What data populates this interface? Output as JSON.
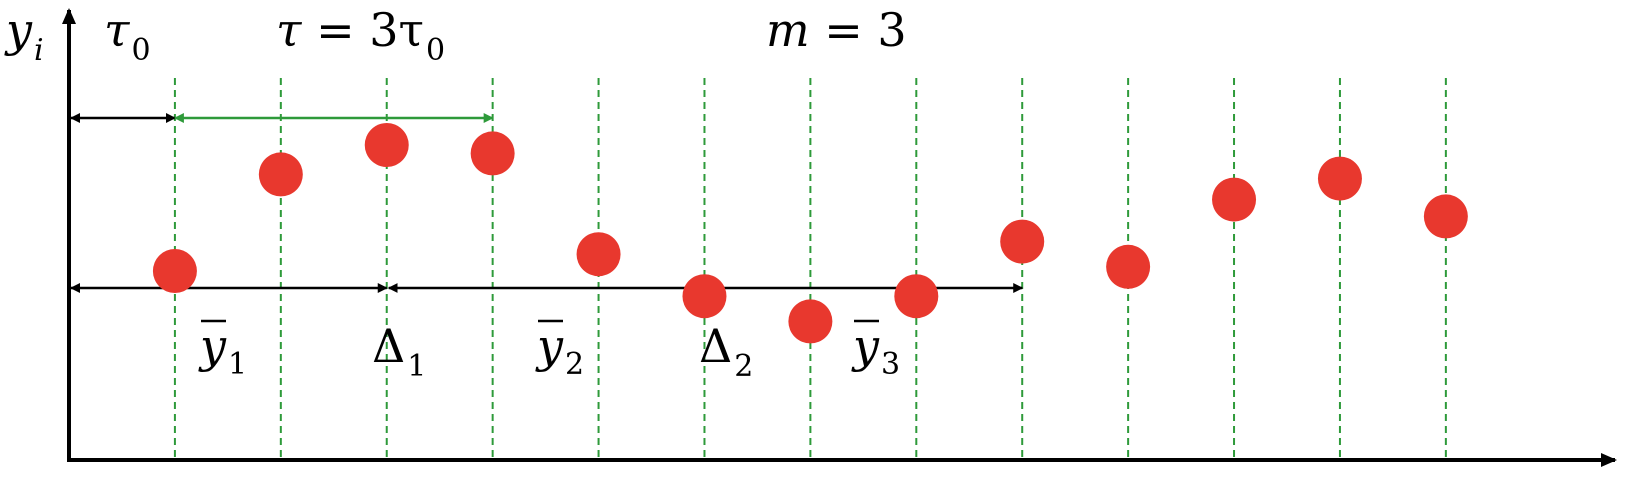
{
  "labels": {
    "y_axis": {
      "base": "y",
      "sub": "i"
    },
    "tau0": {
      "base": "τ",
      "sub": "0"
    },
    "tau_eq": {
      "lhs": "τ",
      "eq": " = 3τ",
      "sub": "0"
    },
    "m_eq": {
      "var": "m",
      "rest": " = 3"
    },
    "ybar1": {
      "base": "y",
      "sub": "1"
    },
    "delta1": {
      "base": "Δ",
      "sub": "1"
    },
    "ybar2": {
      "base": "y",
      "sub": "2"
    },
    "delta2": {
      "base": "Δ",
      "sub": "2"
    },
    "ybar3": {
      "base": "y",
      "sub": "3"
    }
  },
  "colors": {
    "point": "#e8382e",
    "gridline": "#2e9a3a",
    "tau_arrow": "#2e9a3a",
    "axis": "#000000"
  },
  "chart_data": {
    "type": "scatter",
    "x": [
      1,
      2,
      3,
      4,
      5,
      6,
      7,
      8,
      9,
      10,
      11,
      12,
      13
    ],
    "y": [
      4.5,
      6.8,
      7.5,
      7.3,
      4.9,
      3.9,
      3.3,
      3.9,
      5.2,
      4.6,
      6.2,
      6.7,
      5.8
    ],
    "xlim": [
      0,
      13.7
    ],
    "ylim": [
      0,
      10
    ],
    "grid": "vertical dashed at each sample",
    "tau0_span": [
      0,
      1
    ],
    "tau_span": [
      1,
      4
    ],
    "averaging_spans": [
      [
        0,
        3
      ],
      [
        3,
        6
      ],
      [
        6,
        9
      ]
    ]
  }
}
